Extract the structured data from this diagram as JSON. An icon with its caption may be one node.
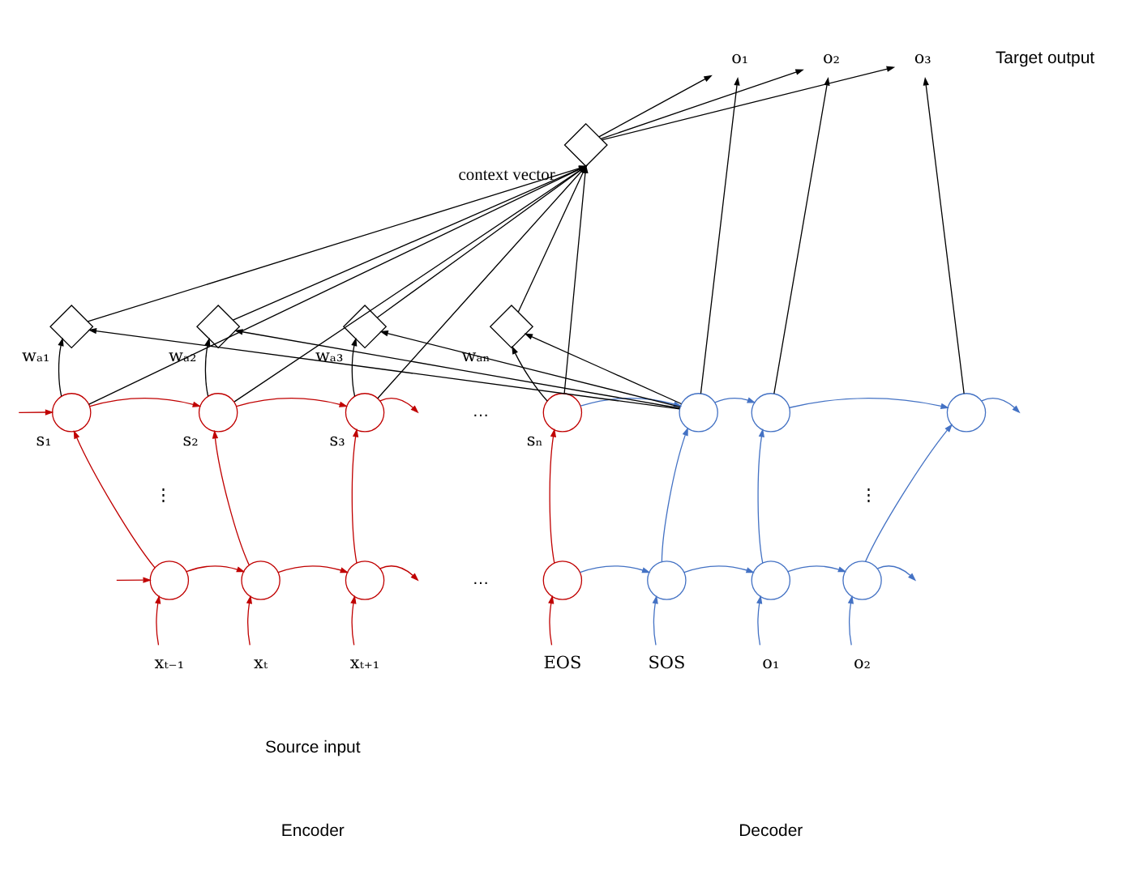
{
  "diagram": {
    "nodes": [
      {
        "text": [
          "o₁"
        ]
      },
      {
        "text": [
          "o₂"
        ]
      },
      {
        "text": [
          "o₃"
        ]
      },
      {
        "text": [],
        "shape": "diamond",
        "beside": [
          "context vector"
        ]
      },
      {
        "text": [],
        "shape": "diamond",
        "beside": [
          "wₐ₁"
        ]
      },
      {
        "text": [],
        "shape": "diamond",
        "beside": [
          "wₐ₂"
        ]
      },
      {
        "text": [],
        "shape": "diamond",
        "beside": [
          "wₐ₃"
        ]
      },
      {
        "text": [],
        "shape": "diamond",
        "beside": [
          "wₐₙ"
        ]
      },
      {
        "text": [],
        "shape": "circle",
        "beside": [
          "s₁"
        ]
      },
      {
        "text": [],
        "shape": "circle",
        "beside": [
          "s₂"
        ]
      },
      {
        "text": [],
        "shape": "circle",
        "beside": [
          "s₃"
        ]
      },
      {
        "text": [],
        "shape": "circle",
        "beside": [
          "sₙ"
        ]
      },
      {
        "text": [],
        "shape": "circle"
      },
      {
        "text": [],
        "shape": "circle"
      },
      {
        "text": [],
        "shape": "circle"
      },
      {
        "text": [],
        "shape": "circle"
      },
      {
        "text": [],
        "shape": "circle"
      },
      {
        "text": [],
        "shape": "circle"
      },
      {
        "text": [],
        "shape": "circle"
      },
      {
        "text": [],
        "shape": "circle"
      },
      {
        "text": [],
        "shape": "circle"
      },
      {
        "text": [],
        "shape": "circle"
      },
      {
        "text": [
          "xₜ₋₁"
        ]
      },
      {
        "text": [
          "xₜ"
        ]
      },
      {
        "text": [
          "xₜ₊₁"
        ]
      },
      {
        "text": [
          "EOS"
        ]
      },
      {
        "text": [
          "SOS"
        ]
      },
      {
        "text": [
          "o₁"
        ]
      },
      {
        "text": [
          "o₂"
        ]
      }
    ],
    "edges": [
      {
        "from": 8,
        "to": 3,
        "arrow": "to"
      },
      {
        "from": 4,
        "to": 3,
        "arrow": "to"
      },
      {
        "from": 9,
        "to": 3,
        "arrow": "to"
      },
      {
        "from": 5,
        "to": 3,
        "arrow": "to"
      },
      {
        "from": 10,
        "to": 3,
        "arrow": "to"
      },
      {
        "from": 6,
        "to": 3,
        "arrow": "to"
      },
      {
        "from": 11,
        "to": 3,
        "arrow": "to"
      },
      {
        "from": 7,
        "to": 3,
        "arrow": "to"
      },
      {
        "from": 8,
        "to": 4,
        "arrow": "to"
      },
      {
        "from": 9,
        "to": 5,
        "arrow": "to"
      },
      {
        "from": 10,
        "to": 6,
        "arrow": "to"
      },
      {
        "from": 11,
        "to": 7,
        "arrow": "to"
      },
      {
        "from": 12,
        "to": 4,
        "arrow": "to"
      },
      {
        "from": 12,
        "to": 5,
        "arrow": "to"
      },
      {
        "from": 12,
        "to": 6,
        "arrow": "to"
      },
      {
        "from": 12,
        "to": 7,
        "arrow": "to"
      },
      {
        "from": 3,
        "to": 0,
        "arrow": "to"
      },
      {
        "from": 3,
        "to": 1,
        "arrow": "to"
      },
      {
        "from": 3,
        "to": 2,
        "arrow": "to"
      },
      {
        "from": 12,
        "to": 0,
        "arrow": "to"
      },
      {
        "from": 13,
        "to": 1,
        "arrow": "to"
      },
      {
        "from": 14,
        "to": 2,
        "arrow": "to"
      },
      {
        "from": null,
        "to": 8,
        "arrow": "to",
        "color": "#c00000"
      },
      {
        "from": 8,
        "to": 9,
        "arrow": "to",
        "color": "#c00000"
      },
      {
        "from": 9,
        "to": 10,
        "arrow": "to",
        "color": "#c00000"
      },
      {
        "from": 10,
        "to": null,
        "arrow": "to",
        "color": "#c00000"
      },
      {
        "from": 11,
        "to": 12,
        "arrow": "to",
        "color": "#4472c4"
      },
      {
        "from": 12,
        "to": 13,
        "arrow": "to",
        "color": "#4472c4"
      },
      {
        "from": 13,
        "to": 14,
        "arrow": "to",
        "color": "#4472c4"
      },
      {
        "from": 14,
        "to": null,
        "arrow": "to",
        "color": "#4472c4"
      },
      {
        "from": 15,
        "to": 8,
        "arrow": "to",
        "color": "#c00000"
      },
      {
        "from": 16,
        "to": 9,
        "arrow": "to",
        "color": "#c00000"
      },
      {
        "from": 17,
        "to": 10,
        "arrow": "to",
        "color": "#c00000"
      },
      {
        "from": 18,
        "to": 11,
        "arrow": "to",
        "color": "#c00000"
      },
      {
        "from": 19,
        "to": 12,
        "arrow": "to",
        "color": "#4472c4"
      },
      {
        "from": 20,
        "to": 13,
        "arrow": "to",
        "color": "#4472c4"
      },
      {
        "from": 21,
        "to": 14,
        "arrow": "to",
        "color": "#4472c4"
      },
      {
        "from": null,
        "to": 15,
        "arrow": "to",
        "color": "#c00000"
      },
      {
        "from": 15,
        "to": 16,
        "arrow": "to",
        "color": "#c00000"
      },
      {
        "from": 16,
        "to": 17,
        "arrow": "to",
        "color": "#c00000"
      },
      {
        "from": 17,
        "to": null,
        "arrow": "to",
        "color": "#c00000"
      },
      {
        "from": 18,
        "to": 19,
        "arrow": "to",
        "color": "#4472c4"
      },
      {
        "from": 19,
        "to": 20,
        "arrow": "to",
        "color": "#4472c4"
      },
      {
        "from": 20,
        "to": 21,
        "arrow": "to",
        "color": "#4472c4"
      },
      {
        "from": 21,
        "to": null,
        "arrow": "to",
        "color": "#4472c4"
      },
      {
        "from": 22,
        "to": 15,
        "arrow": "to",
        "color": "#c00000"
      },
      {
        "from": 23,
        "to": 16,
        "arrow": "to",
        "color": "#c00000"
      },
      {
        "from": 24,
        "to": 17,
        "arrow": "to",
        "color": "#c00000"
      },
      {
        "from": 25,
        "to": 18,
        "arrow": "to",
        "color": "#c00000"
      },
      {
        "from": 26,
        "to": 19,
        "arrow": "to",
        "color": "#4472c4"
      },
      {
        "from": 27,
        "to": 20,
        "arrow": "to",
        "color": "#4472c4"
      },
      {
        "from": 28,
        "to": 21,
        "arrow": "to",
        "color": "#4472c4"
      }
    ],
    "labels": [
      "Target output",
      "…",
      "⋮",
      "⋮",
      "…",
      "Source input",
      "Encoder",
      "Decoder"
    ]
  }
}
